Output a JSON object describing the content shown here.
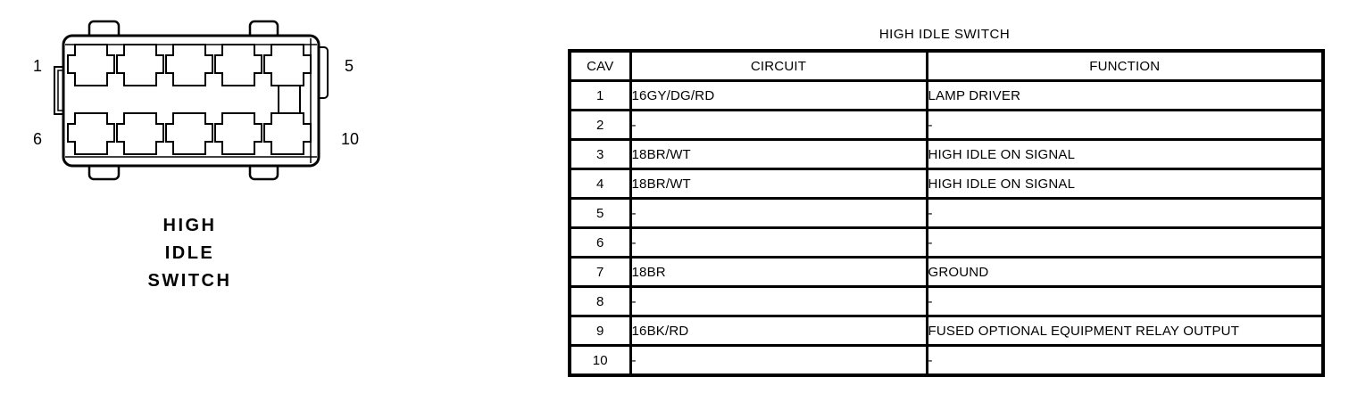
{
  "colors": {
    "ink": "#000000",
    "background": "#ffffff"
  },
  "connector": {
    "name": "high-idle-switch-connector",
    "pin_labels": {
      "top_left": "1",
      "top_right": "5",
      "bottom_left": "6",
      "bottom_right": "10"
    },
    "caption_lines": [
      "HIGH",
      "IDLE",
      "SWITCH"
    ]
  },
  "table": {
    "title": "HIGH IDLE SWITCH",
    "columns": [
      "CAV",
      "CIRCUIT",
      "FUNCTION"
    ],
    "rows": [
      [
        "1",
        "16GY/DG/RD",
        "LAMP DRIVER"
      ],
      [
        "2",
        "-",
        "-"
      ],
      [
        "3",
        "18BR/WT",
        "HIGH IDLE ON SIGNAL"
      ],
      [
        "4",
        "18BR/WT",
        "HIGH IDLE ON SIGNAL"
      ],
      [
        "5",
        "-",
        "-"
      ],
      [
        "6",
        "-",
        "-"
      ],
      [
        "7",
        "18BR",
        "GROUND"
      ],
      [
        "8",
        "-",
        "-"
      ],
      [
        "9",
        "16BK/RD",
        "FUSED OPTIONAL EQUIPMENT RELAY OUTPUT"
      ],
      [
        "10",
        "-",
        "-"
      ]
    ]
  }
}
